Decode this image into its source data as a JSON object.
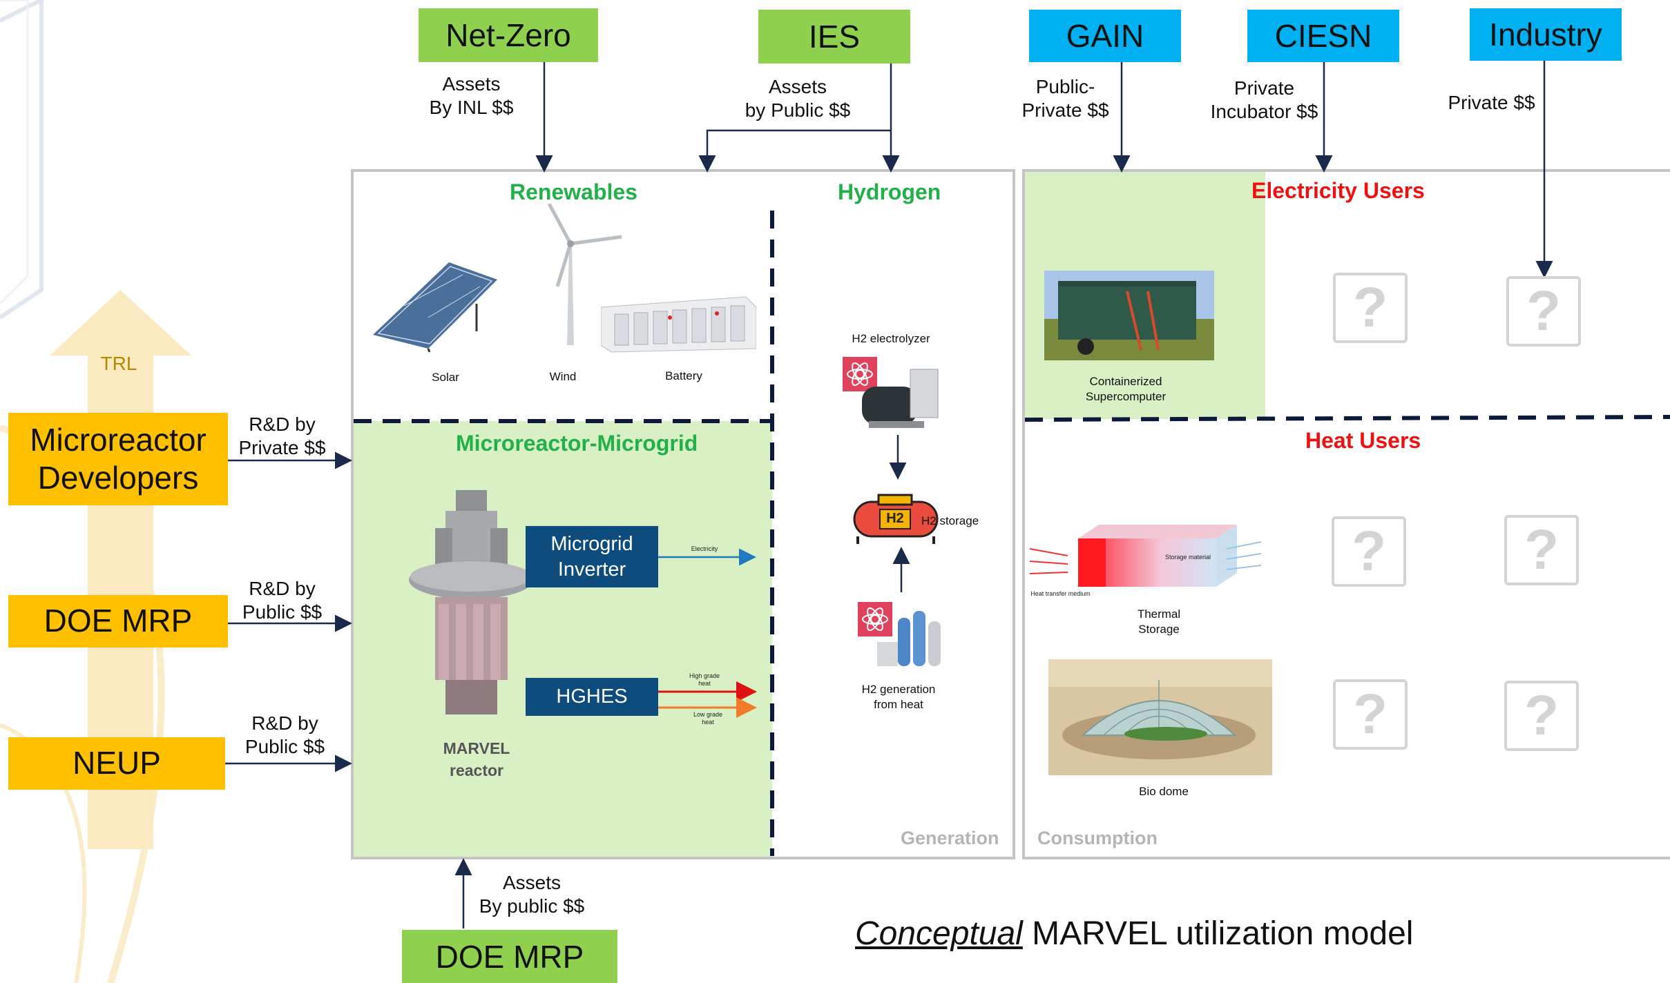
{
  "top_sources": {
    "net_zero": "Net-Zero",
    "ies": "IES",
    "gain": "GAIN",
    "ciesn": "CIESN",
    "industry": "Industry"
  },
  "funding_labels": {
    "net_zero": "Assets\nBy INL $$",
    "ies": "Assets\nby Public $$",
    "gain": "Public-\nPrivate $$",
    "ciesn": "Private\nIncubator $$",
    "industry": "Private $$",
    "developers": "R&D by\nPrivate $$",
    "doe_mrp_left": "R&D by\nPublic $$",
    "neup": "R&D by\nPublic $$",
    "doe_mrp_bottom": "Assets\nBy public $$"
  },
  "left_sources": {
    "trl": "TRL",
    "developers": "Microreactor\nDevelopers",
    "doe_mrp": "DOE MRP",
    "neup": "NEUP"
  },
  "bottom_source": "DOE MRP",
  "generation": {
    "renewables_title": "Renewables",
    "hydrogen_title": "Hydrogen",
    "solar": "Solar",
    "wind": "Wind",
    "battery": "Battery",
    "microgrid_title": "Microreactor-Microgrid",
    "inverter": "Microgrid\nInverter",
    "hghes": "HGHES",
    "electricity_arrow": "Electricity",
    "high_grade_heat": "High grade\nheat",
    "low_grade_heat": "Low grade\nheat",
    "reactor_label": "MARVEL\nreactor",
    "h2_electrolyzer": "H2 electrolyzer",
    "h2_storage": "H2 storage",
    "h2_generation": "H2 generation\nfrom heat",
    "h2_icon_text": "H2",
    "region_label": "Generation"
  },
  "consumption": {
    "electricity_users_title": "Electricity Users",
    "supercomputer": "Containerized\nSupercomputer",
    "heat_users_title": "Heat Users",
    "thermal_storage": "Thermal\nStorage",
    "thermal_storage_material": "Storage material",
    "heat_transfer_medium": "Heat transfer medium",
    "bio_dome": "Bio dome",
    "unknown_user_mark": "?",
    "region_label": "Consumption"
  },
  "caption": {
    "italic": "Conceptual",
    "rest": " MARVEL utilization model"
  },
  "colors": {
    "green_source": "#8fd14f",
    "blue_source": "#00b0f0",
    "yellow_source": "#ffc000",
    "panel_green": "#d9efc4",
    "navy_box": "#0e4c7e",
    "section_green": "#22b04b",
    "section_red": "#ee1111"
  }
}
